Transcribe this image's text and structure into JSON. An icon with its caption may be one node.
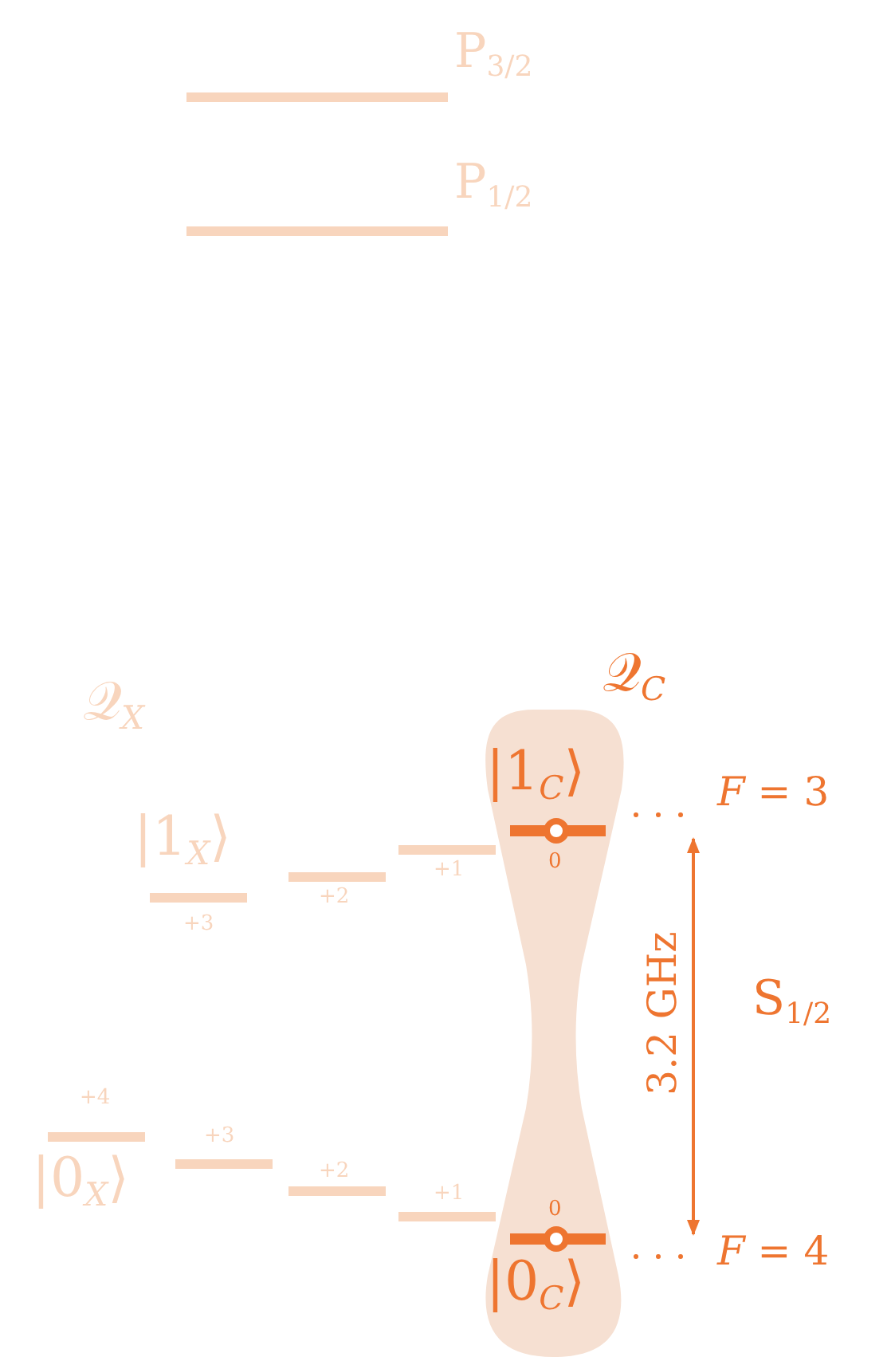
{
  "diagram": {
    "nodes": [
      {
        "text": [
          "𝒬$_{C}$",
          "|1$_{C}$⟩",
          "|0$_{C}$⟩"
        ]
      }
    ],
    "labels": [
      "P$_{3/2}$",
      "P$_{1/2}$",
      "𝒬$_{X}$",
      "|1$_{X}$⟩",
      "+1",
      "+2",
      "+3",
      "*F* = 3",
      "0",
      "3.2 GHz",
      "S$_{1/2}$",
      "+4",
      "+3",
      "+2",
      "0",
      "+1",
      "*F* = 4",
      "|0$_{X}$⟩"
    ]
  }
}
